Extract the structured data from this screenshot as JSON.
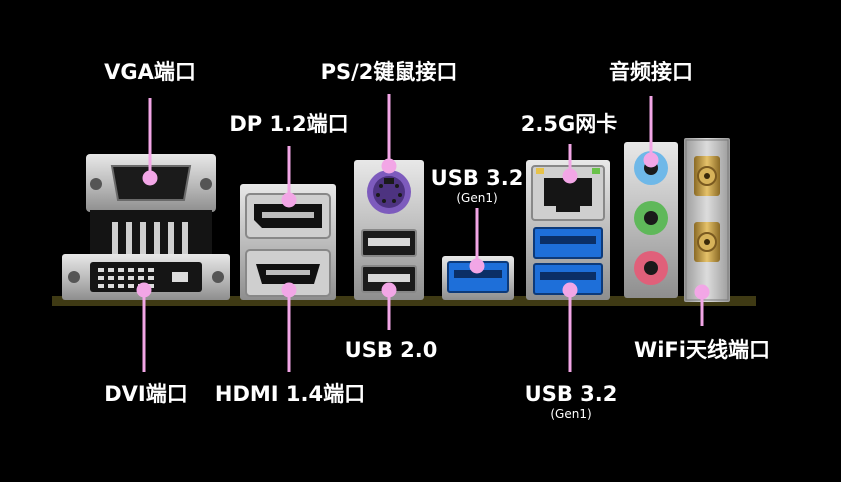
{
  "colors": {
    "background": "#000000",
    "callout": "#f2a6e6",
    "text": "#ffffff",
    "usb3_blue": "#1e6fd9",
    "ps2_purple": "#7d5bbd",
    "audio_blue": "#6fb8e8",
    "audio_green": "#5fb85a",
    "audio_pink": "#e0607a",
    "antenna_gold": "#c9a24a"
  },
  "labels": {
    "vga": "VGA端口",
    "ps2": "PS/2键鼠接口",
    "audio": "音频接口",
    "dp": "DP 1.2端口",
    "lan": "2.5G网卡",
    "usb32_top": "USB 3.2",
    "usb32_top_sub": "(Gen1)",
    "usb20": "USB 2.0",
    "wifi": "WiFi天线端口",
    "dvi": "DVI端口",
    "hdmi": "HDMI 1.4端口",
    "usb32_bottom": "USB 3.2",
    "usb32_bottom_sub": "(Gen1)"
  }
}
